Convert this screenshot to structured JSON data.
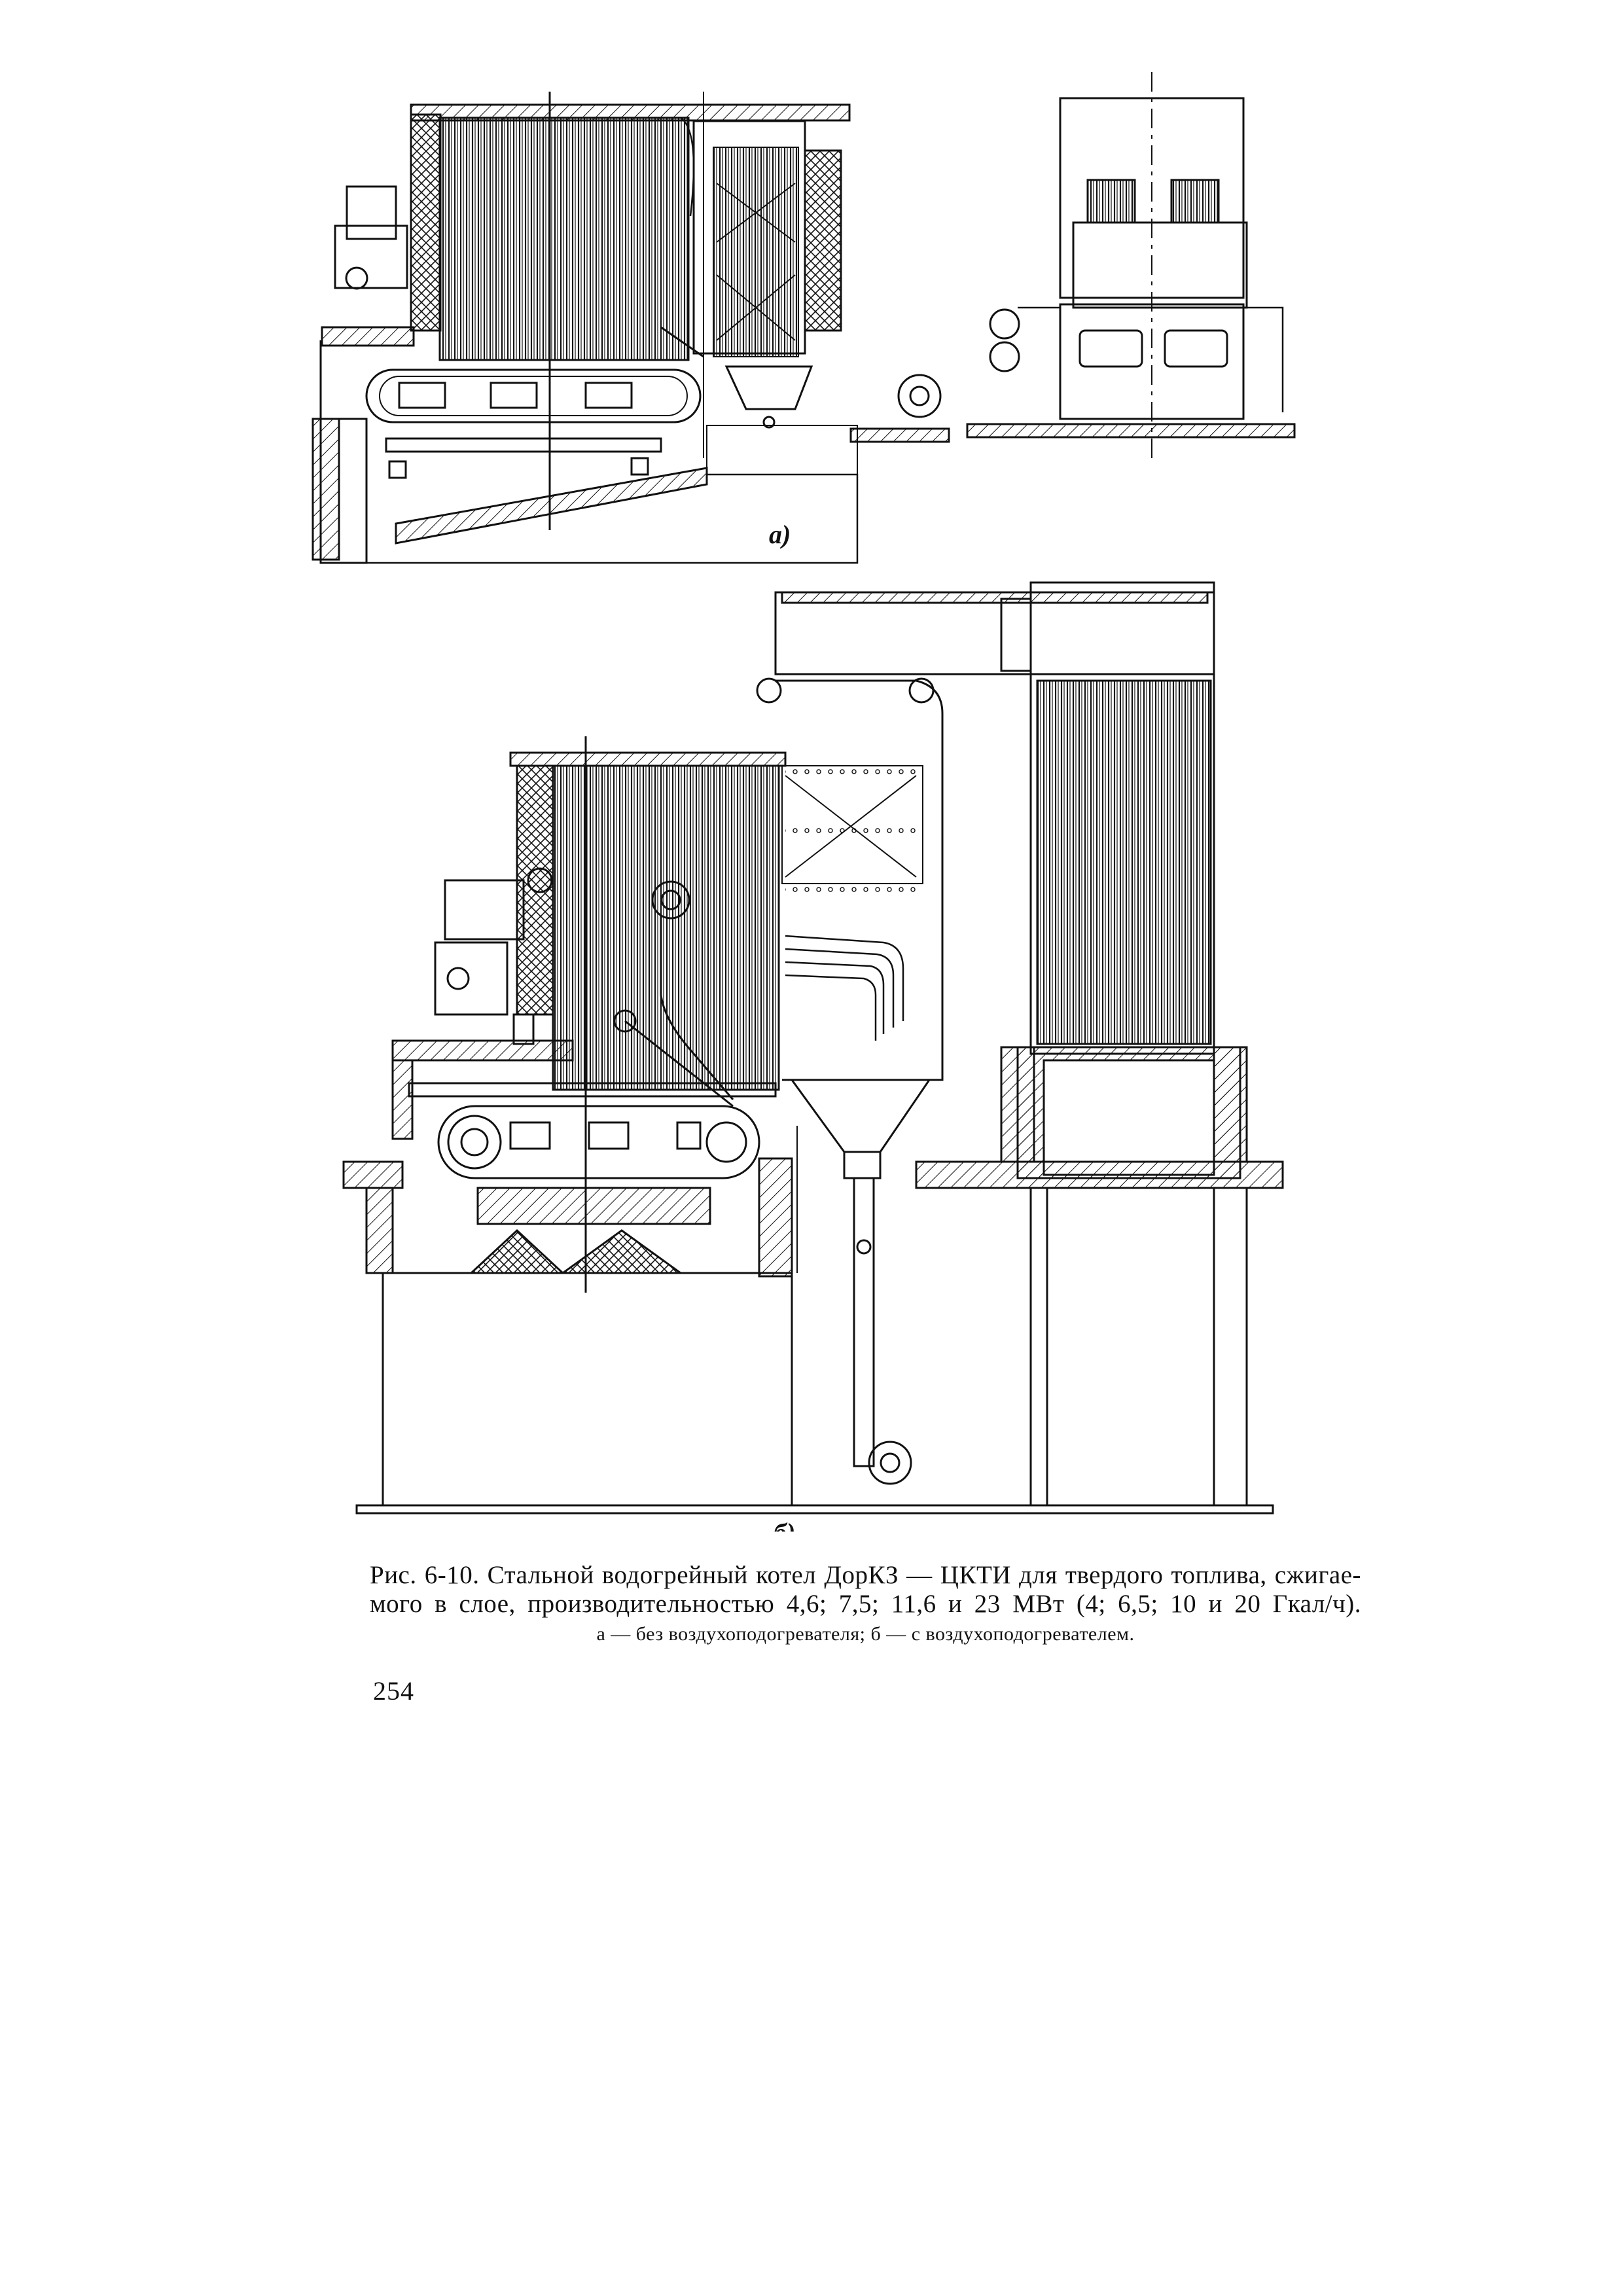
{
  "figure": {
    "label_a": "а)",
    "label_b": "б)"
  },
  "caption": {
    "line1": "Рис. 6-10. Стальной водогрейный котел ДорКЗ — ЦКТИ для твердого топлива, сжигае-",
    "line2": "мого в слое, производительностью 4,6; 7,5; 11,6 и 23 МВт (4; 6,5; 10 и 20 Гкал/ч).",
    "legend": "а — без воздухоподогревателя; б — с воздухоподогревателем."
  },
  "page_number": "254",
  "colors": {
    "ink": "#111111",
    "paper": "#ffffff"
  }
}
